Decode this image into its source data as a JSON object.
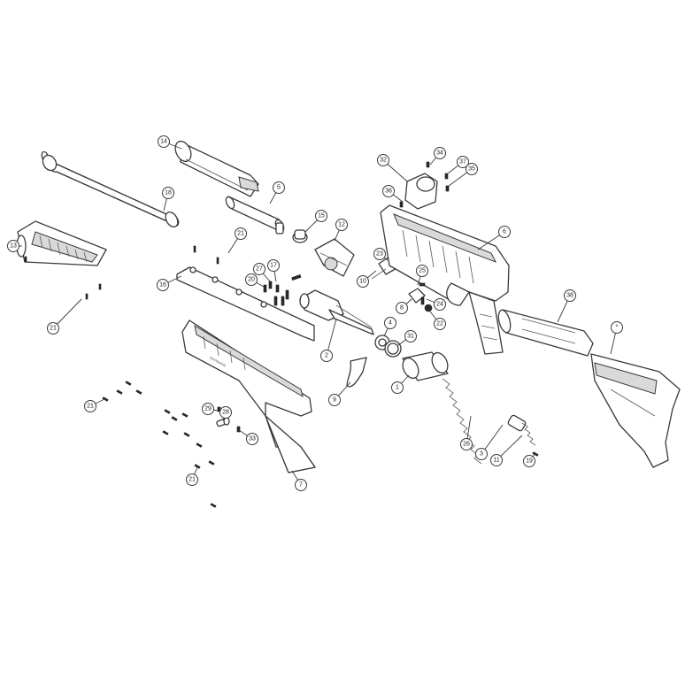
{
  "callouts": [
    {
      "id": "c14a",
      "label": "14"
    },
    {
      "id": "c18",
      "label": "18"
    },
    {
      "id": "c5",
      "label": "5"
    },
    {
      "id": "c13a",
      "label": "13"
    },
    {
      "id": "c21a",
      "label": "21"
    },
    {
      "id": "c16",
      "label": "16"
    },
    {
      "id": "c21b",
      "label": "21"
    },
    {
      "id": "c15",
      "label": "15"
    },
    {
      "id": "c12",
      "label": "12"
    },
    {
      "id": "c27",
      "label": "27"
    },
    {
      "id": "c17",
      "label": "17"
    },
    {
      "id": "c20",
      "label": "20"
    },
    {
      "id": "c10",
      "label": "10"
    },
    {
      "id": "c23",
      "label": "23"
    },
    {
      "id": "c2",
      "label": "2"
    },
    {
      "id": "c32",
      "label": "32"
    },
    {
      "id": "c34",
      "label": "34"
    },
    {
      "id": "c37",
      "label": "37"
    },
    {
      "id": "c35",
      "label": "35"
    },
    {
      "id": "c36",
      "label": "36"
    },
    {
      "id": "c6",
      "label": "6"
    },
    {
      "id": "c25",
      "label": "25"
    },
    {
      "id": "c8",
      "label": "8"
    },
    {
      "id": "c24",
      "label": "24"
    },
    {
      "id": "c22",
      "label": "22"
    },
    {
      "id": "c4",
      "label": "4"
    },
    {
      "id": "c31",
      "label": "31"
    },
    {
      "id": "c1",
      "label": "1"
    },
    {
      "id": "c9",
      "label": "9"
    },
    {
      "id": "c38",
      "label": "38"
    },
    {
      "id": "c0",
      "label": "*"
    },
    {
      "id": "c26",
      "label": "26"
    },
    {
      "id": "c3",
      "label": "3"
    },
    {
      "id": "c11",
      "label": "11"
    },
    {
      "id": "c19",
      "label": "19"
    },
    {
      "id": "c21c",
      "label": "21"
    },
    {
      "id": "c29",
      "label": "29"
    },
    {
      "id": "c28",
      "label": "28"
    },
    {
      "id": "c33",
      "label": "33"
    },
    {
      "id": "c21d",
      "label": "21"
    },
    {
      "id": "c7",
      "label": "7"
    }
  ]
}
